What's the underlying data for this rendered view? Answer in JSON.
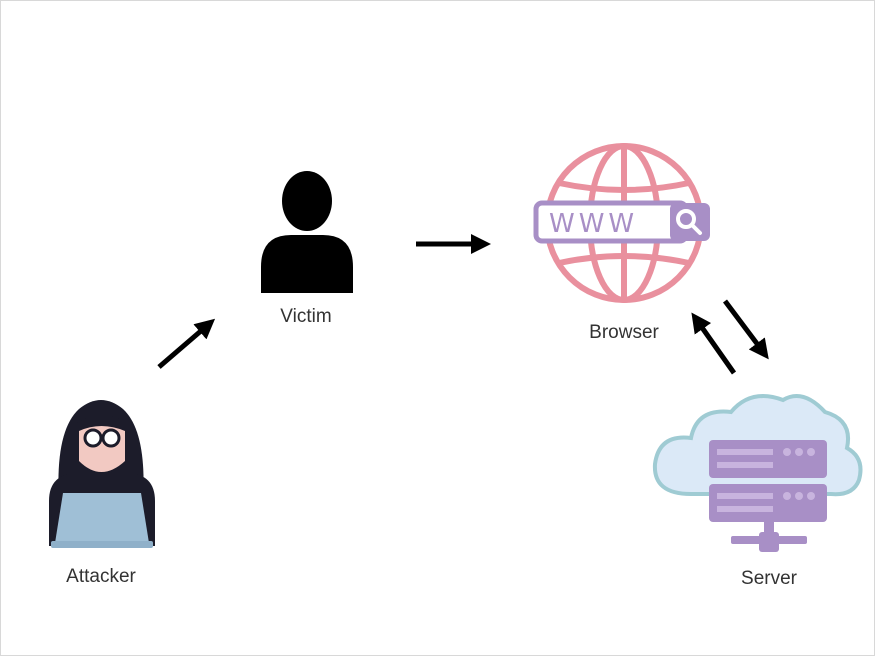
{
  "nodes": {
    "attacker": {
      "label": "Attacker",
      "icon": "hacker-icon"
    },
    "victim": {
      "label": "Victim",
      "icon": "user-icon"
    },
    "browser": {
      "label": "Browser",
      "icon": "globe-www-icon",
      "address_text": "WWW"
    },
    "server": {
      "label": "Server",
      "icon": "cloud-server-icon"
    }
  },
  "colors": {
    "arrow": "#000000",
    "victim": "#000000",
    "globe": "#e9909e",
    "searchbar": "#a88fc6",
    "server_body": "#a88fc6",
    "server_light": "#c8b4de",
    "cloud_fill": "#dbe9f7",
    "cloud_outline": "#9fcbd3",
    "hacker_hood": "#1c1c2a",
    "hacker_skin": "#f2c9c2",
    "laptop": "#9fbfd6"
  },
  "edges": [
    {
      "from": "attacker",
      "to": "victim"
    },
    {
      "from": "victim",
      "to": "browser"
    },
    {
      "from": "browser",
      "to": "server"
    },
    {
      "from": "server",
      "to": "browser"
    }
  ]
}
